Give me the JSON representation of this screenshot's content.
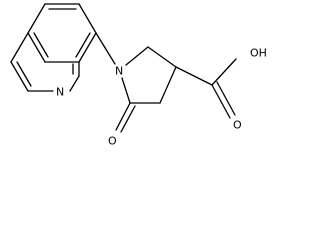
{
  "figure": {
    "kind": "chemical-structure",
    "line_color": "#000000",
    "background_color": "#ffffff",
    "atom_labels": {
      "ring_nitrogen": "N",
      "pyrrolidine_nitrogen": "N",
      "carbonyl_oxygen": "O",
      "carboxylic_acid": "OH",
      "carboxyl_oxygen": "O"
    }
  }
}
